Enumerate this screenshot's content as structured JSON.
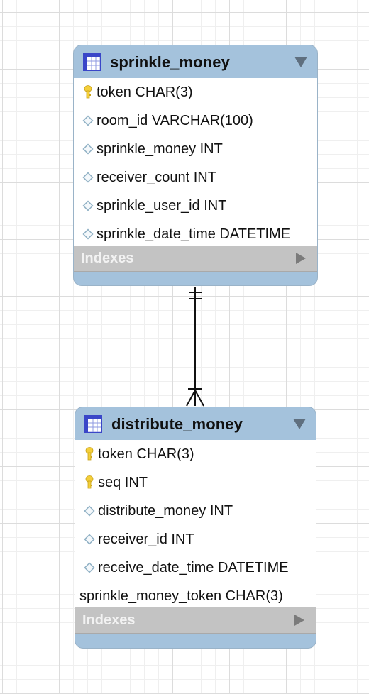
{
  "diagram": {
    "tables": [
      {
        "name": "sprinkle_money",
        "columns": [
          {
            "label": "token CHAR(3)",
            "icon": "primary-key-icon"
          },
          {
            "label": "room_id VARCHAR(100)",
            "icon": "column-diamond-icon"
          },
          {
            "label": "sprinkle_money INT",
            "icon": "column-diamond-icon"
          },
          {
            "label": "receiver_count INT",
            "icon": "column-diamond-icon"
          },
          {
            "label": "sprinkle_user_id INT",
            "icon": "column-diamond-icon"
          },
          {
            "label": "sprinkle_date_time DATETIME",
            "icon": "column-diamond-icon"
          }
        ],
        "indexes_label": "Indexes"
      },
      {
        "name": "distribute_money",
        "columns": [
          {
            "label": "token CHAR(3)",
            "icon": "primary-key-icon"
          },
          {
            "label": "seq INT",
            "icon": "primary-key-icon"
          },
          {
            "label": "distribute_money INT",
            "icon": "column-diamond-icon"
          },
          {
            "label": "receiver_id INT",
            "icon": "column-diamond-icon"
          },
          {
            "label": "receive_date_time DATETIME",
            "icon": "column-diamond-icon"
          },
          {
            "label": "sprinkle_money_token CHAR(3)",
            "icon": "none"
          }
        ],
        "indexes_label": "Indexes"
      }
    ],
    "relationship": {
      "from": "sprinkle_money",
      "to": "distribute_money",
      "from_cardinality": "one-and-only-one",
      "to_cardinality": "one-or-many"
    },
    "colors": {
      "header_fill": "#a4c2dc",
      "indexes_fill": "#c3c3c3",
      "key_icon": "#f4cf3a",
      "grid_line": "#dcdcdc"
    }
  }
}
